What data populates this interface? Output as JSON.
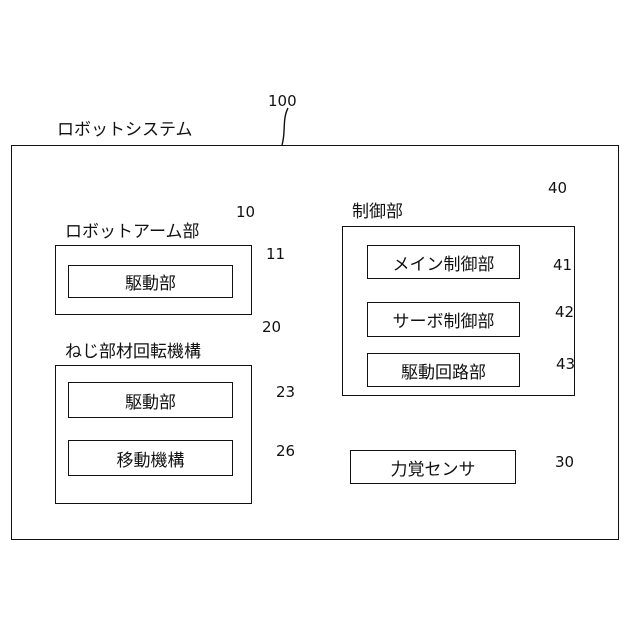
{
  "system": {
    "title": "ロボットシステム",
    "ref": "100"
  },
  "robot_arm": {
    "title": "ロボットアーム部",
    "ref": "10",
    "drive": {
      "label": "駆動部",
      "ref": "11"
    }
  },
  "screw": {
    "title": "ねじ部材回転機構",
    "ref": "20",
    "drive": {
      "label": "駆動部",
      "ref": "23"
    },
    "move": {
      "label": "移動機構",
      "ref": "26"
    }
  },
  "control": {
    "title": "制御部",
    "ref": "40",
    "main": {
      "label": "メイン制御部",
      "ref": "41"
    },
    "servo": {
      "label": "サーボ制御部",
      "ref": "42"
    },
    "circuit": {
      "label": "駆動回路部",
      "ref": "43"
    }
  },
  "sensor": {
    "label": "力覚センサ",
    "ref": "30"
  }
}
